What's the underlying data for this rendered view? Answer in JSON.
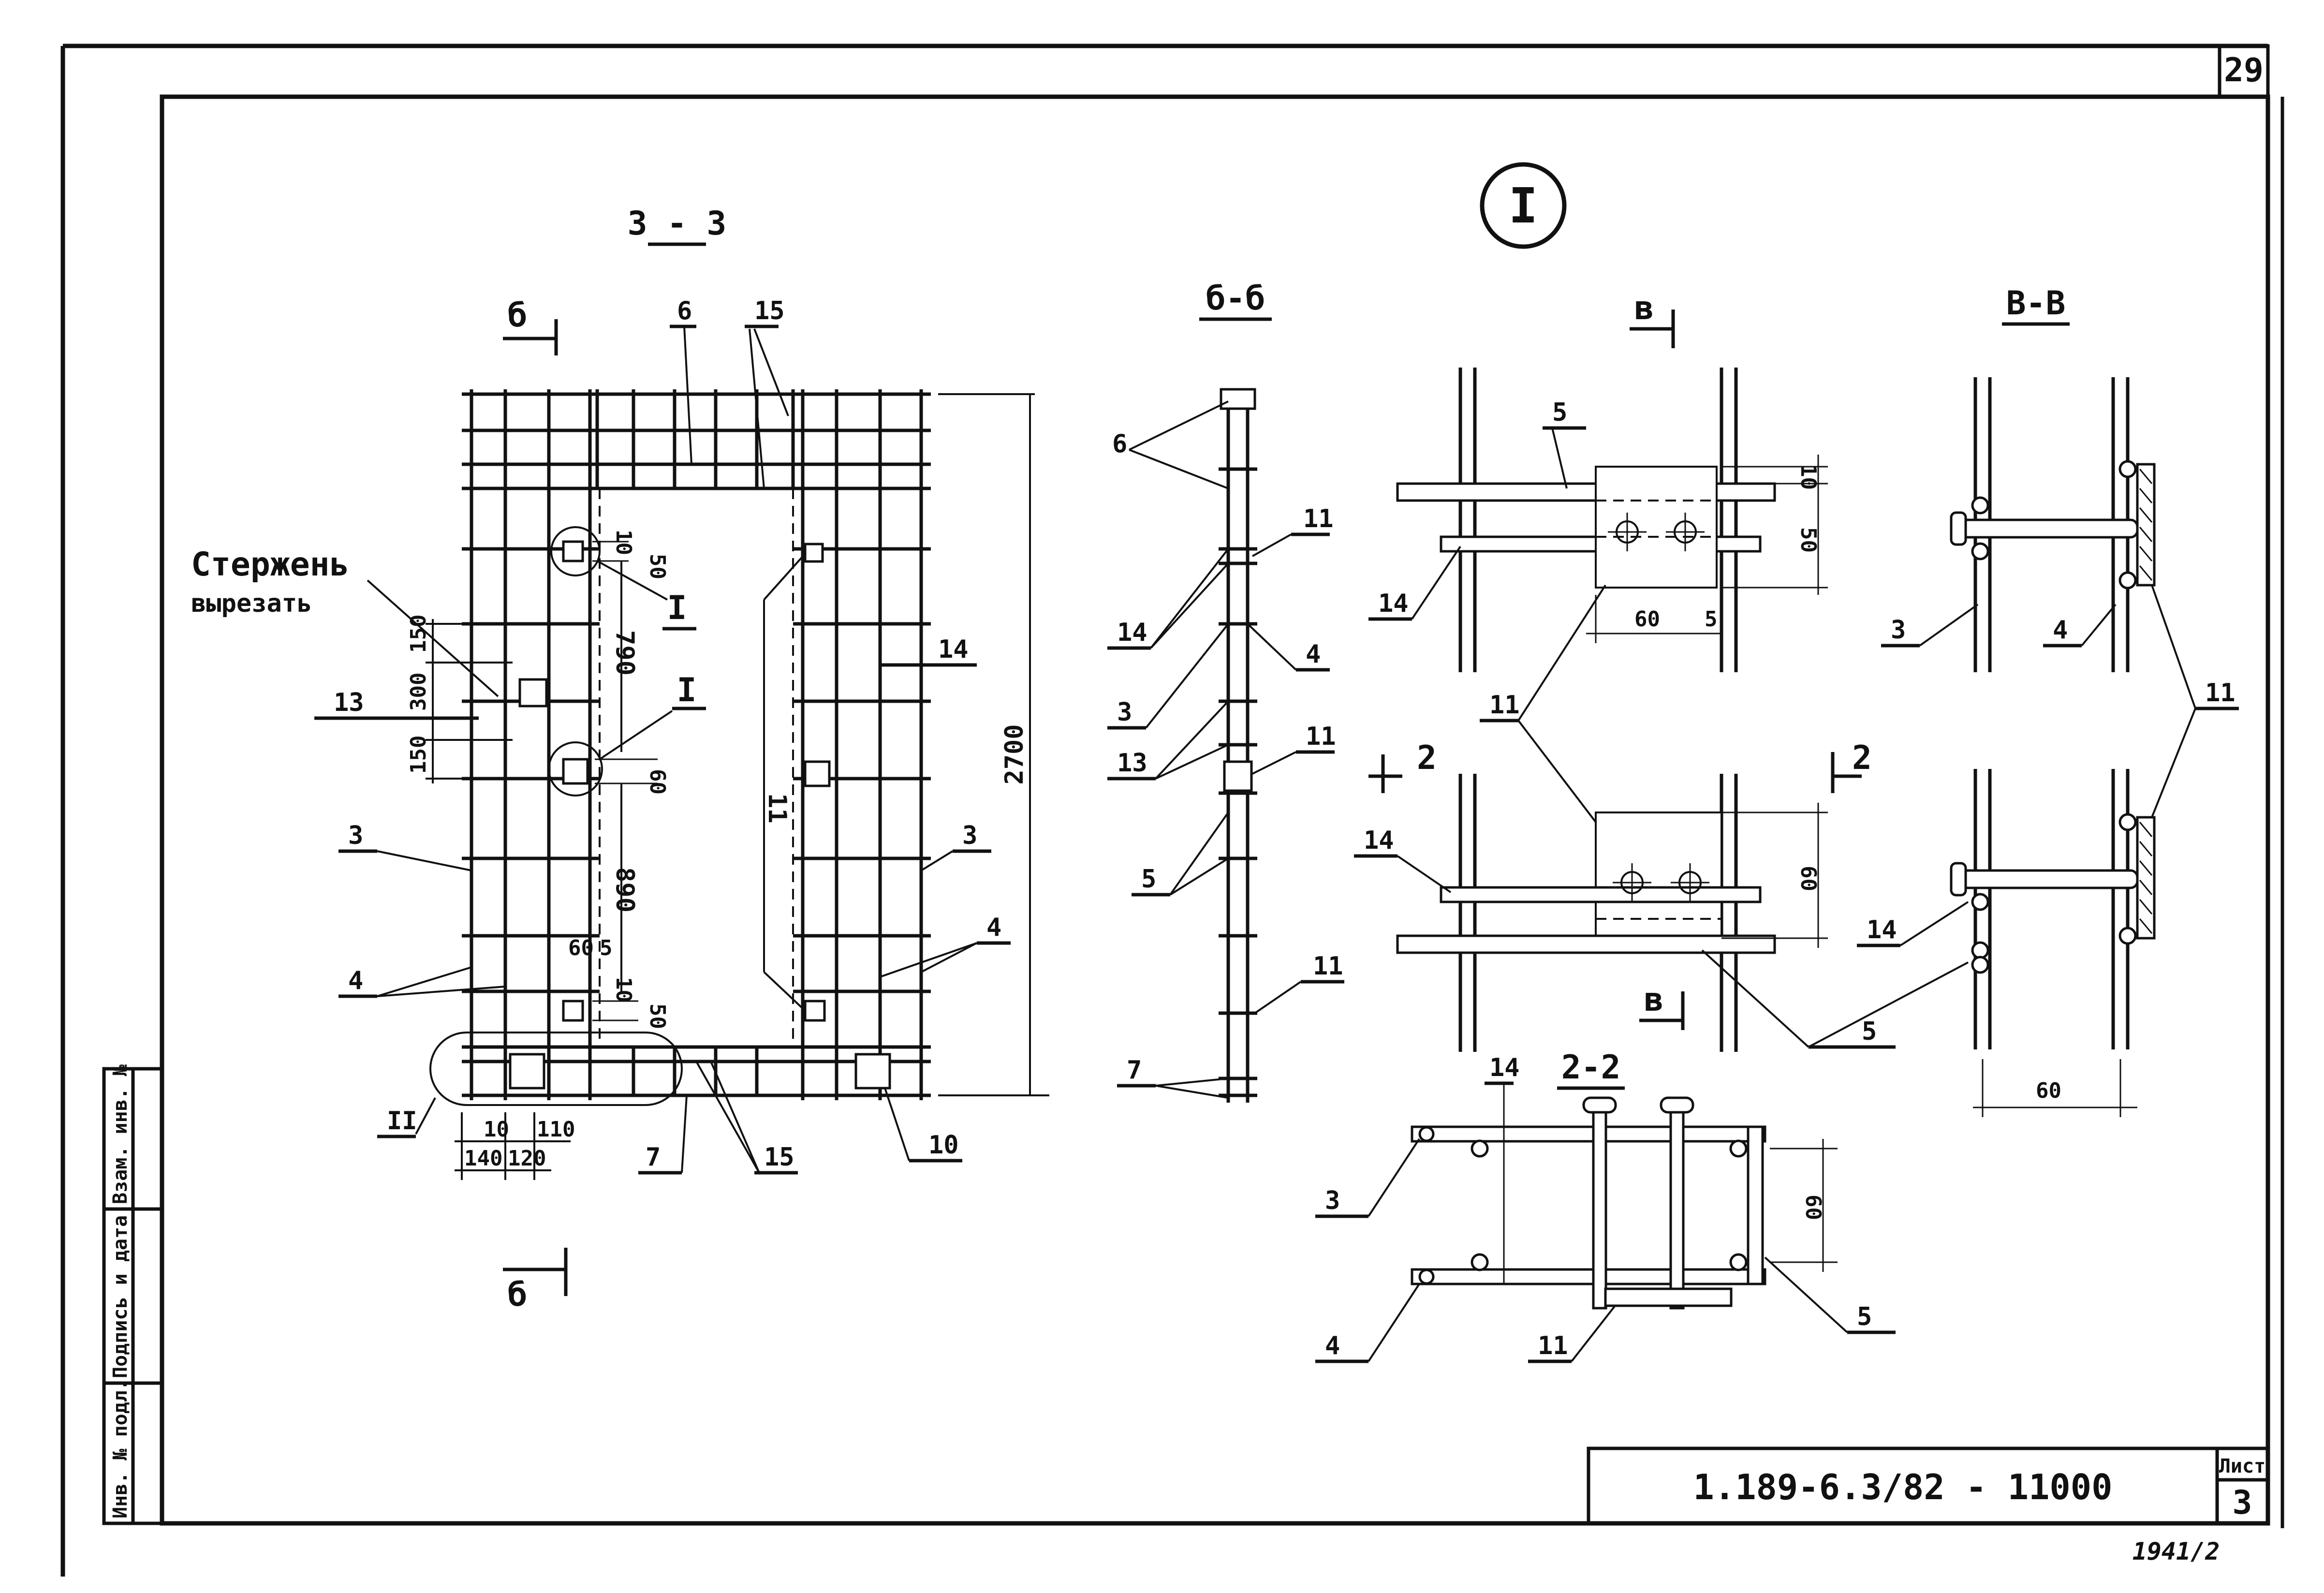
{
  "sheet": {
    "page_number": "29",
    "doc_code": "1.189-6.3/82 - 11000",
    "list_label": "Лист",
    "list_number": "3",
    "footer_mark": "1941/2",
    "stamp_fields": [
      "Инв. № подл.",
      "Подпись и дата",
      "Взам. инв. №"
    ]
  },
  "views": {
    "z": {
      "title": "3 - 3",
      "cut_mark": "б",
      "note_line1": "Стержень",
      "note_line2": "вырезать",
      "callout_I": "I",
      "callout_II": "II",
      "dims": {
        "d2700": "2700",
        "d790": "790",
        "d890": "890",
        "d10a": "10",
        "d50a": "50",
        "d60a": "60",
        "d10b": "10",
        "d50b": "50",
        "d60b": "60",
        "d5": "5",
        "d300": "300",
        "d150a": "150",
        "d150b": "150",
        "d10c": "10",
        "d110": "110",
        "d140": "140",
        "d120": "120"
      },
      "labels": {
        "p6": "6",
        "p15a": "15",
        "p15b": "15",
        "p13": "13",
        "p3a": "3",
        "p3b": "3",
        "p4a": "4",
        "p4b": "4",
        "p14": "14",
        "p11": "11",
        "p7": "7",
        "p10": "10"
      }
    },
    "bb": {
      "title": "б-б",
      "labels": {
        "p6": "6",
        "p11a": "11",
        "p14": "14",
        "p4": "4",
        "p3": "3",
        "p13": "13",
        "p11b": "11",
        "p5": "5",
        "p11c": "11",
        "p7": "7"
      }
    },
    "detailI": {
      "title": "I",
      "cut_mark": "в",
      "cut_mark2": "2",
      "labels": {
        "p5a": "5",
        "p14a": "14",
        "p11": "11",
        "p14b": "14",
        "p5b": "5"
      },
      "dims": {
        "d10": "10",
        "d50": "50",
        "d60": "60",
        "d5": "5",
        "d60b": "60"
      }
    },
    "vv": {
      "title": "В-В",
      "labels": {
        "p3": "3",
        "p4": "4",
        "p11": "11",
        "p14": "14"
      },
      "dims": {
        "d60": "60"
      }
    },
    "gg": {
      "title": "2-2",
      "labels": {
        "p14": "14",
        "p3": "3",
        "p4": "4",
        "p11": "11",
        "p5": "5"
      },
      "dims": {
        "d60": "60"
      }
    }
  }
}
